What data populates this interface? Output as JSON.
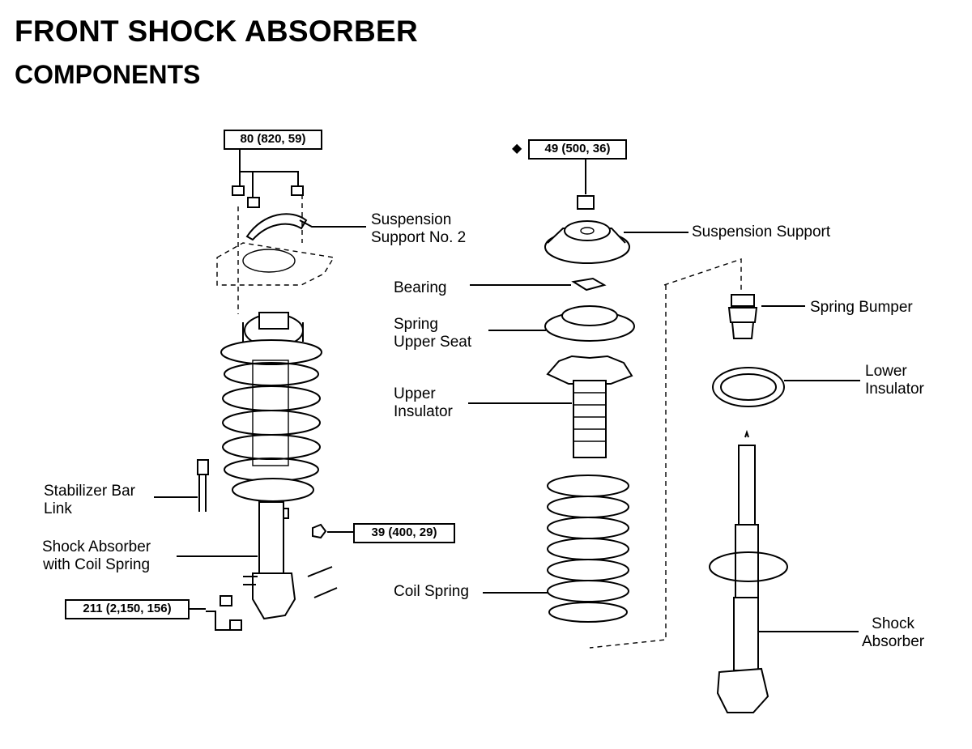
{
  "heading": {
    "title": "FRONT SHOCK ABSORBER",
    "subtitle": "COMPONENTS"
  },
  "labels": {
    "suspension_support_no2_l1": "Suspension",
    "suspension_support_no2_l2": "Support No. 2",
    "suspension_support": "Suspension Support",
    "bearing": "Bearing",
    "spring_upper_seat_l1": "Spring",
    "spring_upper_seat_l2": "Upper Seat",
    "upper_insulator_l1": "Upper",
    "upper_insulator_l2": "Insulator",
    "spring_bumper": "Spring Bumper",
    "lower_insulator_l1": "Lower",
    "lower_insulator_l2": "Insulator",
    "stabilizer_link_l1": "Stabilizer Bar",
    "stabilizer_link_l2": "Link",
    "shock_with_spring_l1": "Shock Absorber",
    "shock_with_spring_l2": "with Coil Spring",
    "coil_spring": "Coil Spring",
    "shock_absorber_l1": "Shock",
    "shock_absorber_l2": "Absorber"
  },
  "torque_specs": {
    "support_nuts": "80 (820, 59)",
    "piston_rod_nut": "49 (500, 36)",
    "stabilizer_link_nut": "39 (400, 29)",
    "knuckle_bolts": "211 (2,150, 156)"
  },
  "markers": {
    "new_part_symbol": "◆"
  }
}
